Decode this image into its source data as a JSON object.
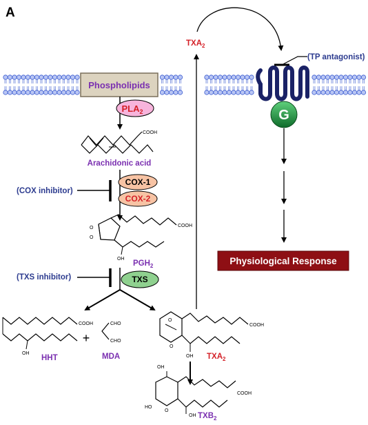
{
  "panel_label": "A",
  "colors": {
    "purple": "#7a2fb0",
    "navy": "#2c3b8f",
    "red": "#d42027",
    "dark_red": "#8e0f14",
    "membrane": "#3a5bd0",
    "pla2_fill": "#f7b4dc",
    "cox_fill": "#f7c3a4",
    "txs_fill": "#8fd18f",
    "g_fill": "#1e9b3f",
    "receptor": "#1a2266"
  },
  "labels": {
    "phospholipids": "Phospholipids",
    "pla2_main": "PLA",
    "pla2_sub": "2",
    "arachidonic_acid": "Arachidonic acid",
    "cox1": "COX-1",
    "cox2": "COX-2",
    "cox_inhibitor": "(COX inhibitor)",
    "pgh2_main": "PGH",
    "pgh2_sub": "2",
    "txs": "TXS",
    "txs_inhibitor": "(TXS inhibitor)",
    "hht": "HHT",
    "plus": "+",
    "mda": "MDA",
    "txa2_main": "TXA",
    "txa2_sub": "2",
    "txb2_main": "TXB",
    "txb2_sub": "2",
    "tp_antagonist": "(TP antagonist)",
    "g_protein": "G",
    "physiological_response": "Physiological Response"
  },
  "chem": {
    "cooh": "COOH",
    "oh": "OH",
    "cho": "CHO",
    "o": "O",
    "ho": "HO"
  },
  "icons": [
    "lipid-bilayer-icon",
    "g-protein-icon",
    "gpcr-receptor-icon",
    "inhibition-bar-icon"
  ]
}
